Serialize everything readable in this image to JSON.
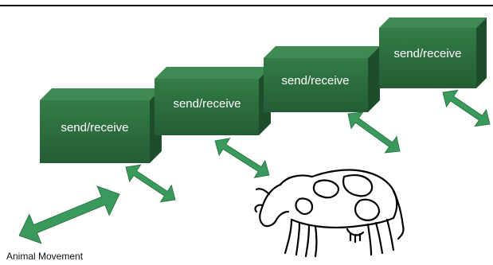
{
  "diagram": {
    "boxes": [
      {
        "label": "send/receive"
      },
      {
        "label": "send/receive"
      },
      {
        "label": "send/receive"
      },
      {
        "label": "send/receive"
      }
    ],
    "caption": "Animal Movement",
    "colors": {
      "box_front": "#2e6f3f",
      "box_top": "#3f8a53",
      "box_side": "#1d4d2a",
      "arrow": "#3a9a5c",
      "arrow_stroke": "#1f6b3a"
    },
    "illustration": "cow-icon"
  }
}
